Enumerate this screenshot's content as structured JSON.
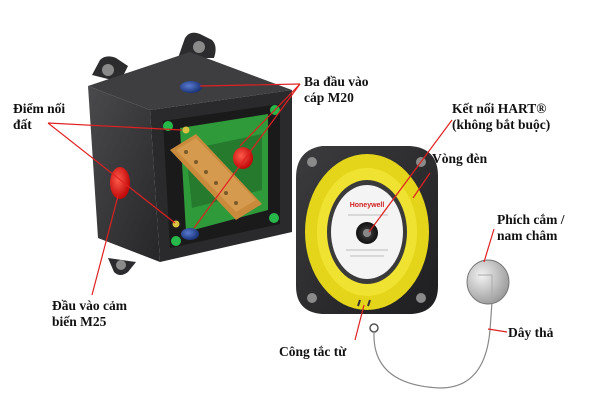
{
  "labels": {
    "ground_point": [
      "Điểm nối",
      "đất"
    ],
    "m20_entries": [
      "Ba đầu vào",
      "cáp M20"
    ],
    "hart": [
      "Kết nối HART®",
      "(không bắt buộc)"
    ],
    "light_ring": [
      "Vòng đèn"
    ],
    "plug_magnet": [
      "Phích cắm /",
      "nam châm"
    ],
    "sensor_entry": [
      "Đầu vào cảm",
      "biến M25"
    ],
    "reed_switch": [
      "Công tắc từ"
    ],
    "lanyard": [
      "Dây thả"
    ]
  },
  "device": {
    "brand": "Honeywell"
  },
  "colors": {
    "housing": "#3a3a3c",
    "housing_dark": "#1f1f21",
    "leader": "#e02020",
    "pcb_green": "#2f9a3a",
    "terminal_orange": "#c98a3c",
    "ring_yellow": "#e4d51a",
    "cap_silver": "#c8c8c8",
    "entry_red": "#e01818",
    "entry_blue": "#2a4f9a"
  }
}
